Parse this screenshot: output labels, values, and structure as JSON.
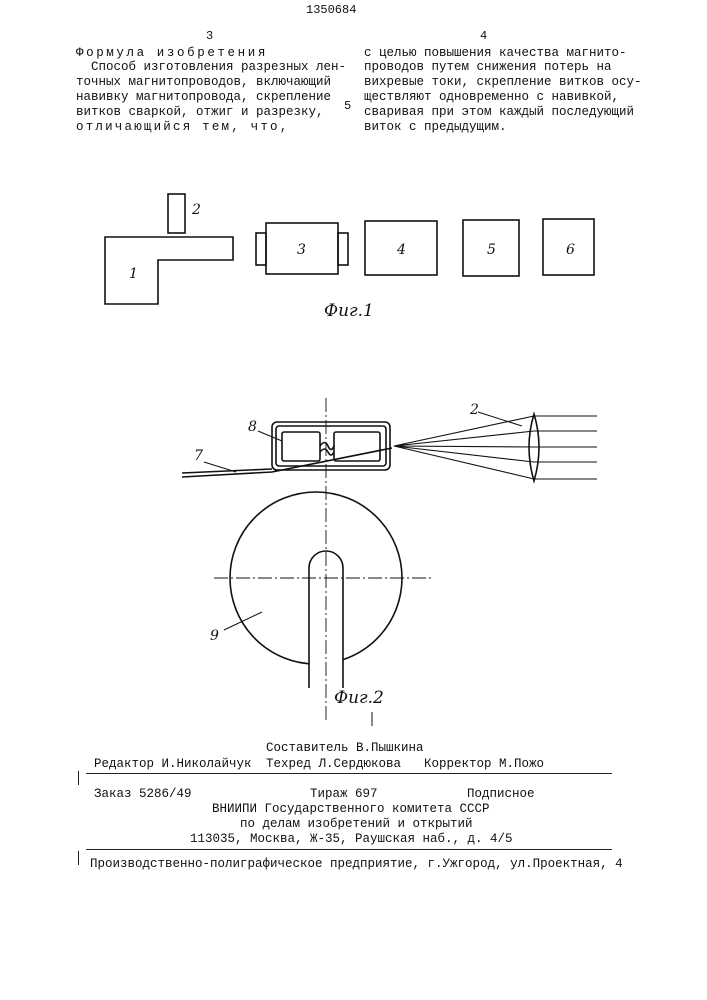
{
  "header": {
    "page_left": "3",
    "patent_number": "1350684",
    "page_right": "4",
    "line_marker": "5"
  },
  "claims": {
    "title": "Формула изобретения",
    "left_lines": [
      "  Способ изготовления разрезных лен-",
      "точных магнитопроводов, включающий",
      "навивку магнитопровода, скрепление",
      "витков сваркой, отжиг и разрезку,",
      "отличающийся тем, что,"
    ],
    "right_lines": [
      "с целью повышения качества магнито-",
      "проводов путем снижения потерь на",
      "вихревые токи, скрепление витков осу-",
      "ществляют одновременно с навивкой,",
      "сваривая при этом каждый последующий",
      "виток с предыдущим."
    ]
  },
  "figure1": {
    "caption": "Фиг.1",
    "labels": [
      "1",
      "2",
      "3",
      "4",
      "5",
      "6"
    ]
  },
  "figure2": {
    "caption": "Фиг.2",
    "labels": [
      "2",
      "7",
      "8",
      "9"
    ]
  },
  "footer": {
    "compiler": "Составитель В.Пышкина",
    "editor": "Редактор И.Николайчук",
    "techred": "Техред Л.Сердюкова",
    "corrector": "Корректор М.Пожо",
    "order": "Заказ 5286/49",
    "circulation": "Тираж 697",
    "subscription": "Подписное",
    "org_line1": "ВНИИПИ Государственного комитета СССР",
    "org_line2": "по делам изобретений и открытий",
    "org_address": "113035, Москва, Ж-35, Раушская наб., д. 4/5",
    "printer": "Производственно-полиграфическое предприятие, г.Ужгород, ул.Проектная, 4"
  }
}
